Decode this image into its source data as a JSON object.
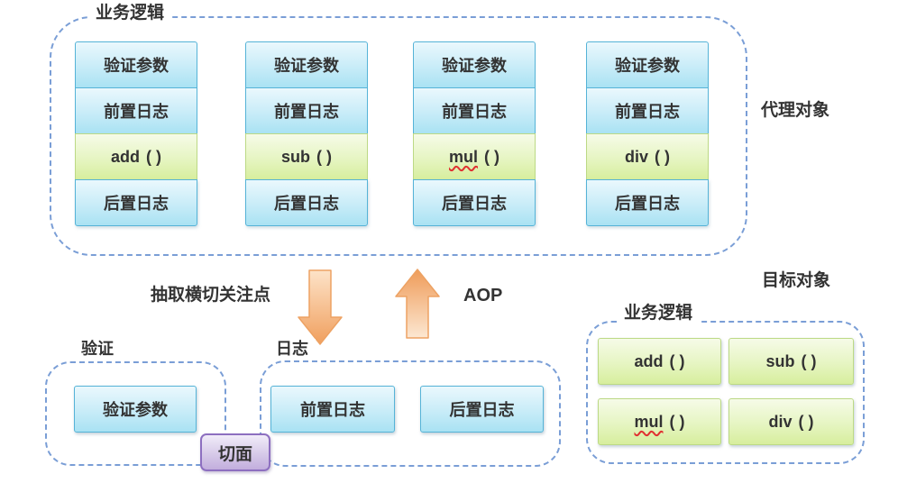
{
  "proxy_region": {
    "group_label": "业务逻辑",
    "object_label": "代理对象",
    "columns": [
      {
        "validate": "验证参数",
        "before_log": "前置日志",
        "method": {
          "name": "add",
          "parens": "( )"
        },
        "after_log": "后置日志"
      },
      {
        "validate": "验证参数",
        "before_log": "前置日志",
        "method": {
          "name": "sub",
          "parens": "( )"
        },
        "after_log": "后置日志"
      },
      {
        "validate": "验证参数",
        "before_log": "前置日志",
        "method": {
          "name": "mul",
          "parens": "( )"
        },
        "after_log": "后置日志"
      },
      {
        "validate": "验证参数",
        "before_log": "前置日志",
        "method": {
          "name": "div",
          "parens": "( )"
        },
        "after_log": "后置日志"
      }
    ]
  },
  "transform": {
    "extract_label": "抽取横切关注点",
    "aop_label": "AOP"
  },
  "aspect_region": {
    "validation_group_label": "验证",
    "validation_item": "验证参数",
    "logging_group_label": "日志",
    "logging_items": [
      "前置日志",
      "后置日志"
    ],
    "aspect_tag": "切面"
  },
  "target_region": {
    "object_label": "目标对象",
    "group_label": "业务逻辑",
    "methods": [
      {
        "name": "add",
        "parens": "( )"
      },
      {
        "name": "sub",
        "parens": "( )"
      },
      {
        "name": "mul",
        "parens": "( )"
      },
      {
        "name": "div",
        "parens": "( )"
      }
    ]
  },
  "colors": {
    "dashed_border": "#7a9ed6",
    "blue_box_border": "#55b3d7",
    "blue_box_top": "#eaf8fd",
    "blue_box_bottom": "#a9e2f3",
    "green_box_border": "#bcd985",
    "green_box_top": "#f6fbe8",
    "green_box_bottom": "#d7ee9d",
    "purple_box_border": "#8d6fc0",
    "purple_box_top": "#f1ecf9",
    "purple_box_bottom": "#c2aedd",
    "arrow_orange_dark": "#f09f5e",
    "arrow_orange_light": "#fde3c8",
    "misspell_underline": "#e03131",
    "text": "#333333"
  }
}
